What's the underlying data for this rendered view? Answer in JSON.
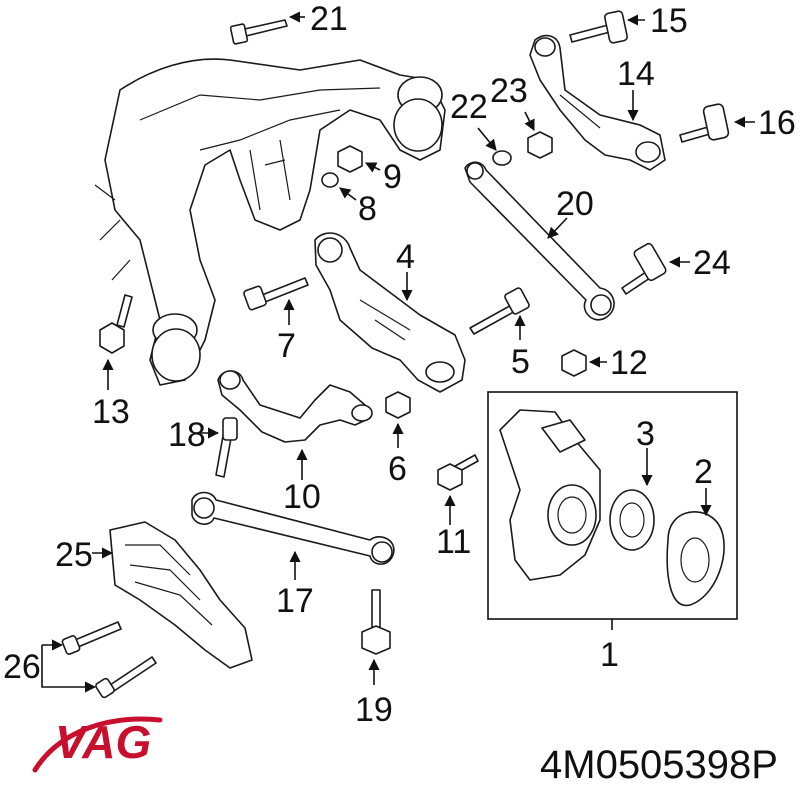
{
  "callouts": {
    "c1": "1",
    "c2": "2",
    "c3": "3",
    "c4": "4",
    "c5": "5",
    "c6": "6",
    "c7": "7",
    "c8": "8",
    "c9": "9",
    "c10": "10",
    "c11": "11",
    "c12": "12",
    "c13": "13",
    "c14": "14",
    "c15": "15",
    "c16": "16",
    "c17": "17",
    "c18": "18",
    "c19": "19",
    "c20": "20",
    "c21": "21",
    "c22": "22",
    "c23": "23",
    "c24": "24",
    "c25": "25",
    "c26": "26"
  },
  "brand": {
    "logo_text": "VAG",
    "color": "#c8102e"
  },
  "part_number": "4M0505398P"
}
